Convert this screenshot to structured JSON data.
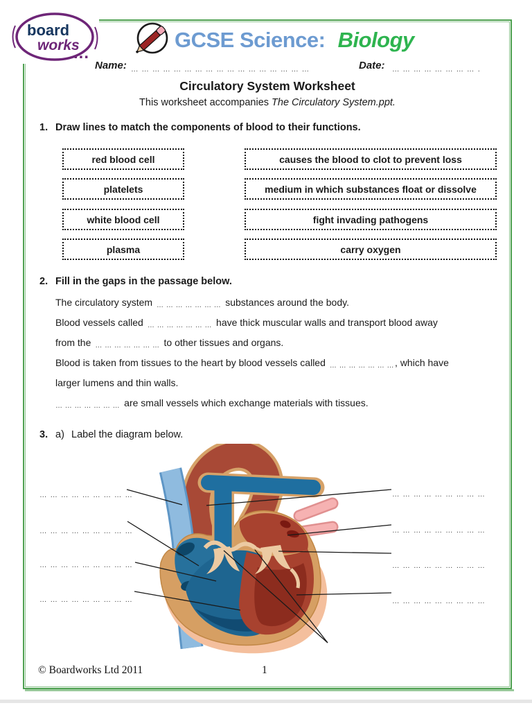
{
  "colors": {
    "border_green": "#4ea050",
    "title_blue": "#6d9bd1",
    "subject_green": "#2eb44f",
    "logo_purple": "#6e2678",
    "logo_navy": "#16365f"
  },
  "header": {
    "logo": {
      "word1": "board",
      "word2": "works",
      "dots": "..."
    },
    "course_title": "GCSE Science:",
    "subject": "Biology",
    "name_label": "Name:",
    "name_dots": "… … … … … … … … … … … … … … … … … … … … .",
    "date_label": "Date:",
    "date_dots": "… … … … … … … … …"
  },
  "worksheet": {
    "title": "Circulatory System Worksheet",
    "subtitle_prefix": "This worksheet accompanies ",
    "subtitle_file": "The Circulatory System.ppt."
  },
  "q1": {
    "number": "1.",
    "prompt": "Draw lines to match the components of blood to their functions.",
    "components": [
      "red blood cell",
      "platelets",
      "white blood cell",
      "plasma"
    ],
    "functions": [
      "causes the blood to clot to prevent loss",
      "medium in which substances float or dissolve",
      "fight invading pathogens",
      "carry oxygen"
    ]
  },
  "q2": {
    "number": "2.",
    "prompt": "Fill in the gaps in the passage below.",
    "blank_dots": "… … … … … … …",
    "line1_pre": "The circulatory system",
    "line1_post": "substances around the body.",
    "line2_pre": "Blood vessels called",
    "line2_post": "have thick muscular walls and transport blood away",
    "line3_pre": "from the",
    "line3_post": "to other tissues and organs.",
    "line4_pre": "Blood is taken from tissues to the heart by blood vessels called",
    "line4_post": ", which have",
    "line5": "larger lumens and thin walls.",
    "line6_post": "are small vessels which exchange materials with tissues."
  },
  "q3": {
    "number": "3.",
    "part_label": "a)",
    "prompt": "Label the diagram below.",
    "blank_dots": "… … … … … … … … … …"
  },
  "footer": {
    "copyright": "© Boardworks Ltd 2011",
    "page_number": "1"
  }
}
